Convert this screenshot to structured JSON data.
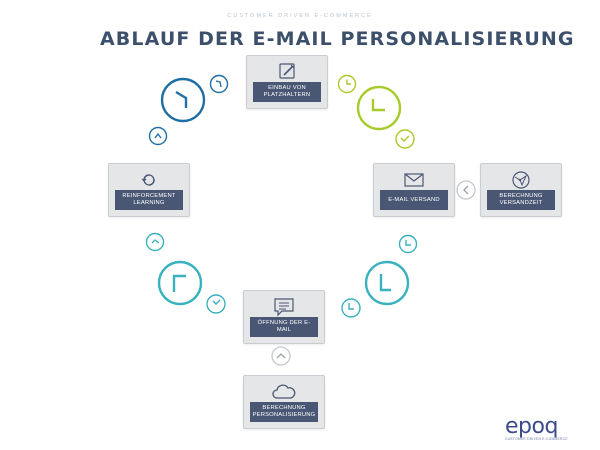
{
  "header": {
    "tagline": "CUSTOMER DRIVEN E-COMMERCE",
    "title": "ABLAUF DER E-MAIL PERSONALISIERUNG"
  },
  "nodes": {
    "einbau": {
      "label": "EINBAU VON PLATZHALTERN",
      "icon": "pencil-edit-icon"
    },
    "versand": {
      "label": "E-MAIL VERSAND",
      "icon": "envelope-icon"
    },
    "versandzeit": {
      "label": "BERECHNUNG VERSANDZEIT",
      "icon": "globe-network-icon"
    },
    "oeffnung": {
      "label": "ÖFFNUNG DER E-MAIL",
      "icon": "chat-bubble-icon"
    },
    "personalisierung": {
      "label": "BERECHNUNG PERSONALISIERUNG",
      "icon": "cloud-icon"
    },
    "reinforcement": {
      "label": "REINFORCEMENT LEARNING",
      "icon": "refresh-cycle-icon"
    }
  },
  "connectors": [
    {
      "from": "versandzeit",
      "to": "versand",
      "icon": "chevron-left-icon"
    },
    {
      "from": "personalisierung",
      "to": "oeffnung",
      "icon": "chevron-up-icon"
    }
  ],
  "colors": {
    "green": "#a7cc2a",
    "teal": "#38b2be",
    "blue": "#1f6fa7",
    "title": "#3c4f6b",
    "label_bg": "#4a5774",
    "node_bg": "#e5e6e8"
  },
  "logo": {
    "text": "epoq",
    "subtitle": "CUSTOMER DRIVEN E-COMMERCE"
  }
}
